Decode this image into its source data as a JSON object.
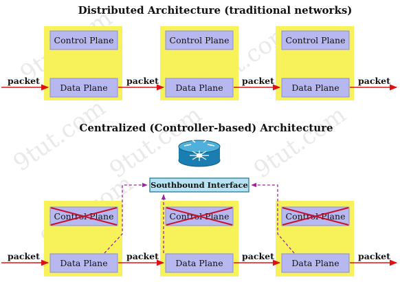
{
  "watermark": "9tut.com",
  "colors": {
    "box_fill": "#f7f25a",
    "plane_fill": "#b7b8f0",
    "plane_stroke": "#8a8ce0",
    "arrow": "#e01010",
    "dashed": "#a020a0",
    "cross": "#c8102e",
    "controller": "#1a7fb0",
    "sb_fill": "#b6e2f2",
    "sb_stroke": "#1b6f8e"
  },
  "distributed": {
    "title": "Distributed Architecture (traditional networks)",
    "boxes": [
      {
        "control_label": "Control Plane",
        "data_label": "Data Plane"
      },
      {
        "control_label": "Control Plane",
        "data_label": "Data Plane"
      },
      {
        "control_label": "Control Plane",
        "data_label": "Data Plane"
      }
    ],
    "packet_labels": [
      "packet",
      "packet",
      "packet",
      "packet"
    ]
  },
  "centralized": {
    "title": "Centralized (Controller-based) Architecture",
    "controller_icon": "router-controller-icon",
    "southbound_label": "Southbound Interface",
    "boxes": [
      {
        "control_label": "Control Plane",
        "data_label": "Data Plane"
      },
      {
        "control_label": "Control Plane",
        "data_label": "Data Plane"
      },
      {
        "control_label": "Control Plane",
        "data_label": "Data Plane"
      }
    ],
    "packet_labels": [
      "packet",
      "packet",
      "packet",
      "packet"
    ]
  }
}
